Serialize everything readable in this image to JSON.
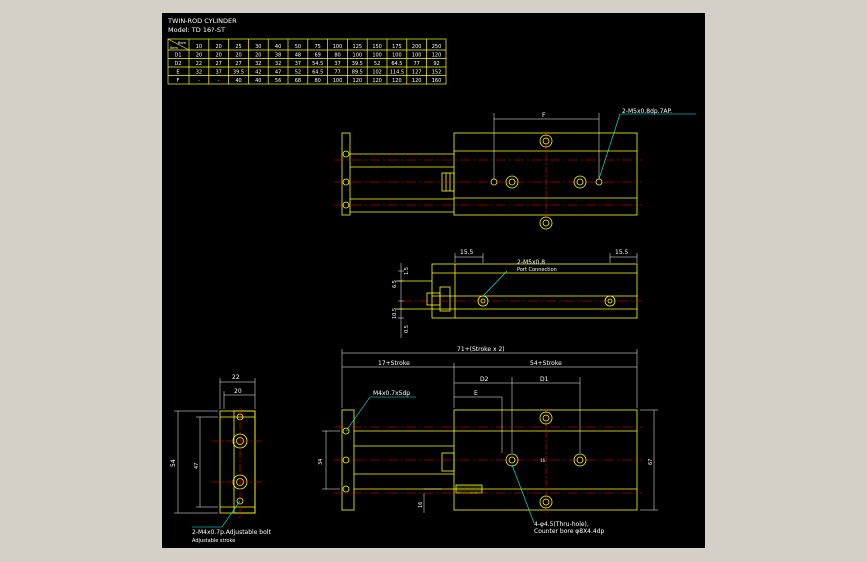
{
  "title": {
    "line1": "TWIN-ROD CYLINDER",
    "line2": "Model: TD 16?-ST"
  },
  "table": {
    "corner_top": "Bore",
    "corner_bottom": "Item",
    "bores": [
      "10",
      "20",
      "25",
      "30",
      "40",
      "50",
      "75",
      "100",
      "125",
      "150",
      "175",
      "200",
      "250"
    ],
    "rows": [
      {
        "label": "D1",
        "values": [
          "20",
          "20",
          "20",
          "20",
          "38",
          "48",
          "69",
          "80",
          "100",
          "100",
          "100",
          "100",
          "120"
        ]
      },
      {
        "label": "D2",
        "values": [
          "22",
          "27",
          "27",
          "32",
          "32",
          "37",
          "54.5",
          "37",
          "39.5",
          "52",
          "64.5",
          "77",
          "92"
        ]
      },
      {
        "label": "E",
        "values": [
          "32",
          "37",
          "39.5",
          "42",
          "47",
          "52",
          "64.5",
          "77",
          "89.5",
          "102",
          "114.5",
          "127",
          "152"
        ]
      },
      {
        "label": "F",
        "values": [
          "-",
          "-",
          "40",
          "40",
          "56",
          "68",
          "80",
          "100",
          "120",
          "120",
          "120",
          "120",
          "160"
        ]
      }
    ]
  },
  "top_view": {
    "dim_f": "F",
    "callout": "2-M5x0.8dp.7AP."
  },
  "side_view": {
    "dim_left": "15.5",
    "dim_right": "15.5",
    "callout_line1": "2-M5x0.8",
    "callout_line2": "Port Connection",
    "dim_v1": "1.5",
    "dim_v2": "6.5",
    "dim_v3": "10.5",
    "dim_v4": "0.5"
  },
  "front_view": {
    "overall": "71+(Stroke x 2)",
    "left_dim": "17+Stroke",
    "right_dim": "54+Stroke",
    "d2": "D2",
    "d1": "D1",
    "e": "E",
    "callout_m4": "M4x0.7x5dp",
    "height_left": "34",
    "height_right": "67",
    "bore_mark": "16",
    "bottom_dim": "16",
    "callout_holes_1": "4-φ4.5(Thru-hole),",
    "callout_holes_2": "Counter bore φ8X4.4dp"
  },
  "end_view": {
    "width_outer": "22",
    "width_inner": "20",
    "height_outer": "54",
    "height_inner": "47",
    "callout_1": "2-M4x0.7p.Adjustable bolt",
    "callout_2": "Adjustable stroke"
  },
  "colors": {
    "frame": "#ffff00",
    "centerline": "#ff0000",
    "dimension": "#ffffff",
    "holes": "#ffff00",
    "leader": "#00ffff"
  }
}
